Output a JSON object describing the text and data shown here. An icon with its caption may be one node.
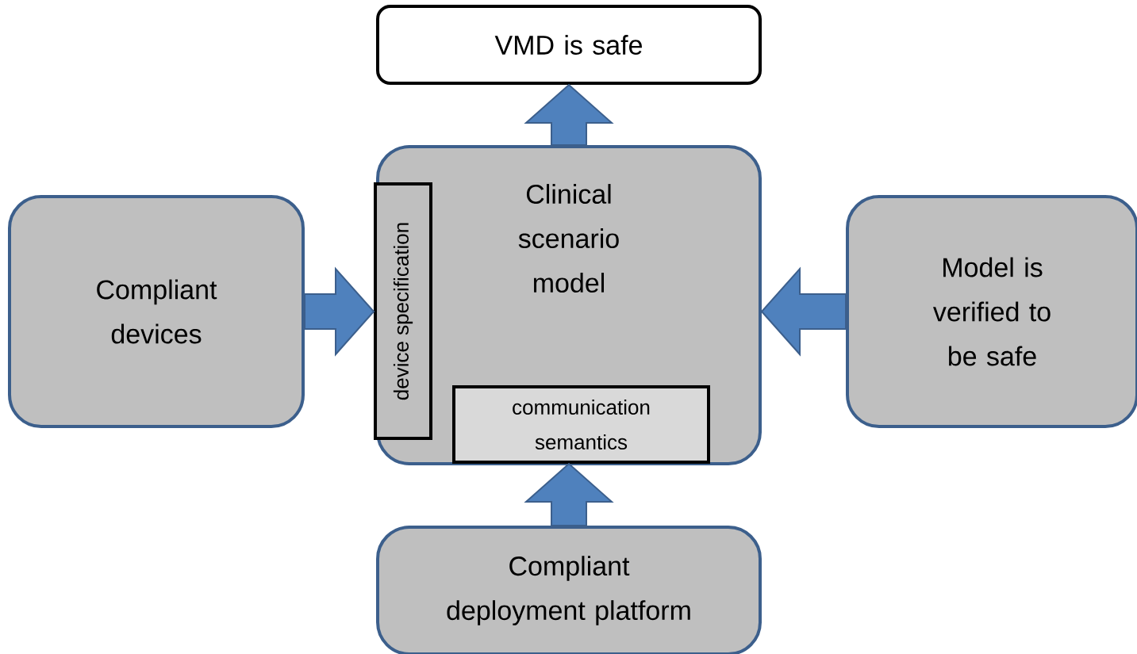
{
  "diagram": {
    "nodes": [
      {
        "text": [
          "VMD is safe"
        ]
      },
      {
        "text": [
          "Clinical scenario model"
        ]
      },
      {
        "text": [
          "device specification"
        ],
        "in": 1
      },
      {
        "text": [
          "communication semantics"
        ],
        "in": 1
      },
      {
        "text": [
          "Compliant devices"
        ]
      },
      {
        "text": [
          "Model is verified to be safe"
        ]
      },
      {
        "text": [
          "Compliant deployment platform"
        ]
      }
    ],
    "edges": [
      {
        "from": 1,
        "to": 0,
        "arrow": "to"
      },
      {
        "from": 4,
        "to": 2,
        "arrow": "to"
      },
      {
        "from": 5,
        "to": 1,
        "arrow": "to"
      },
      {
        "from": 6,
        "to": 3,
        "arrow": "to"
      }
    ]
  }
}
